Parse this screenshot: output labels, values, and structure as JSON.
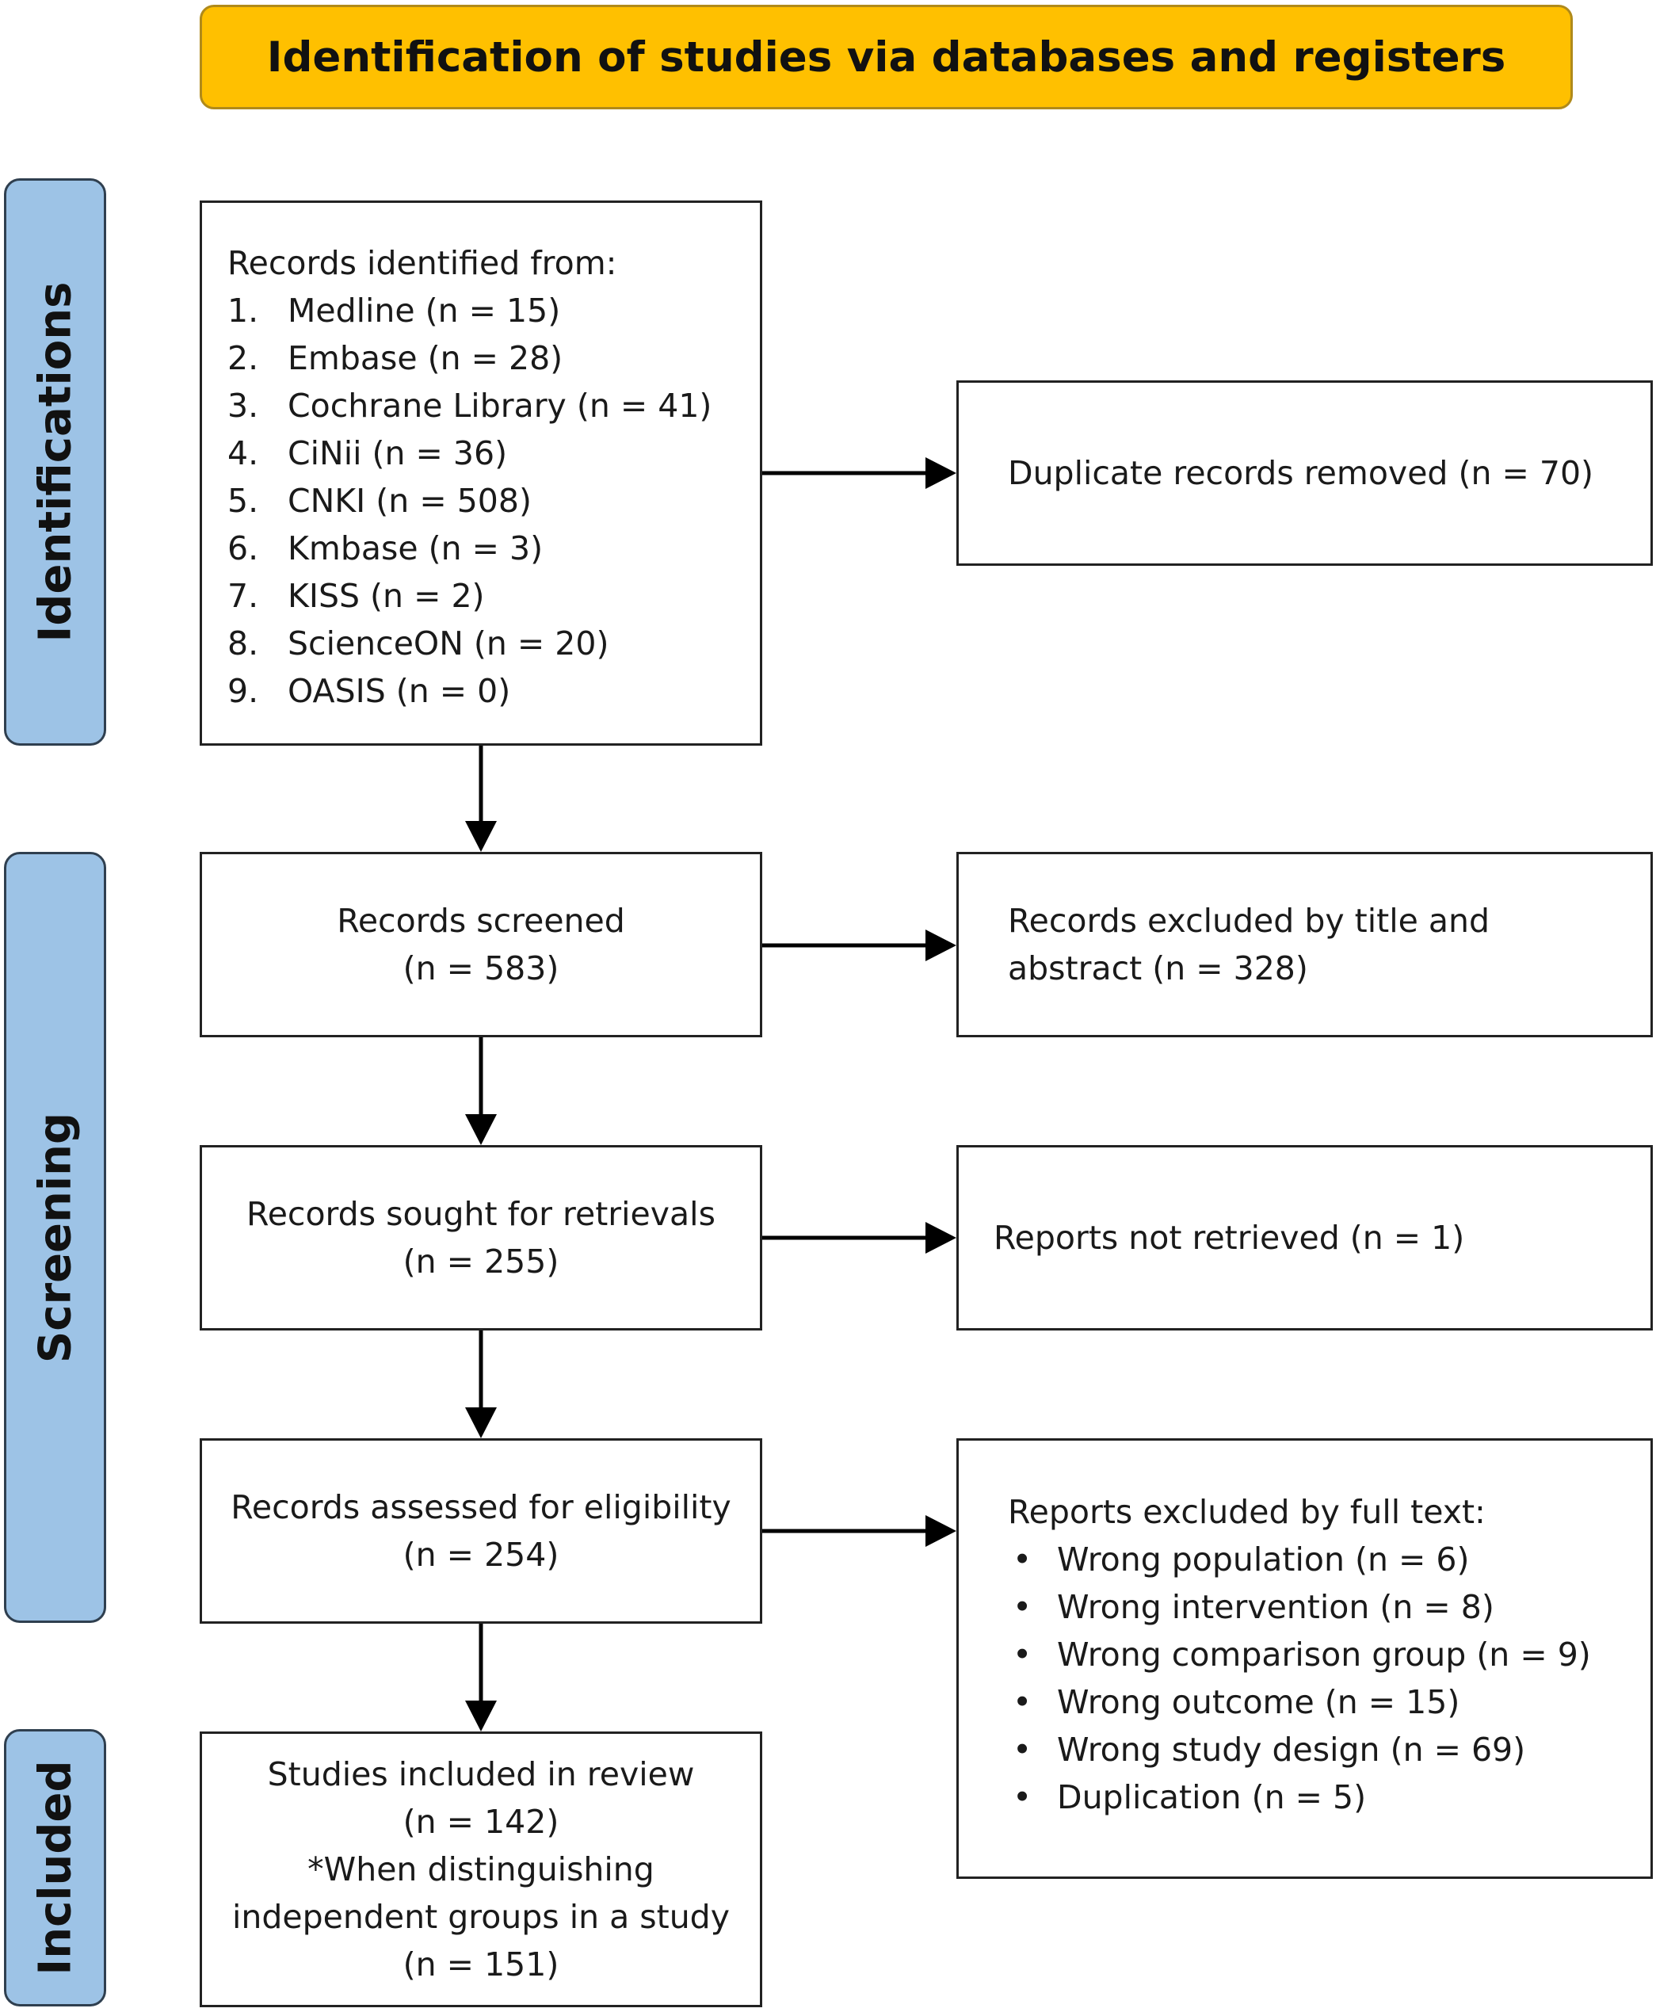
{
  "header": {
    "title": "Identification of studies via databases and registers"
  },
  "stages": {
    "identification": "Identifications",
    "screening": "Screening",
    "included": "Included"
  },
  "identification": {
    "records_heading": "Records identified from:",
    "sources": [
      {
        "num": "1.",
        "text": "Medline (n = 15)"
      },
      {
        "num": "2.",
        "text": "Embase (n = 28)"
      },
      {
        "num": "3.",
        "text": "Cochrane Library (n = 41)"
      },
      {
        "num": "4.",
        "text": "CiNii (n = 36)"
      },
      {
        "num": "5.",
        "text": "CNKI (n = 508)"
      },
      {
        "num": "6.",
        "text": "Kmbase (n = 3)"
      },
      {
        "num": "7.",
        "text": "KISS (n = 2)"
      },
      {
        "num": "8.",
        "text": "ScienceON (n = 20)"
      },
      {
        "num": "9.",
        "text": "OASIS (n = 0)"
      }
    ],
    "duplicates": "Duplicate records removed (n = 70)"
  },
  "screening": {
    "screened_label": "Records screened",
    "screened_n": "(n = 583)",
    "excluded_title_line1": "Records excluded by title and",
    "excluded_title_line2": "abstract (n = 328)",
    "sought_label": "Records sought for retrievals",
    "sought_n": "(n = 255)",
    "not_retrieved": "Reports not retrieved (n = 1)",
    "assessed_label": "Records assessed for eligibility",
    "assessed_n": "(n = 254)",
    "fulltext_heading": "Reports excluded by full text:",
    "fulltext_reasons": [
      {
        "bullet": "•",
        "text": "Wrong population (n = 6)"
      },
      {
        "bullet": "•",
        "text": "Wrong intervention (n = 8)"
      },
      {
        "bullet": "•",
        "text": "Wrong comparison group (n = 9)"
      },
      {
        "bullet": "•",
        "text": "Wrong outcome (n = 15)"
      },
      {
        "bullet": "•",
        "text": "Wrong study design (n = 69)"
      },
      {
        "bullet": "•",
        "text": "Duplication (n = 5)"
      }
    ]
  },
  "included": {
    "line1": "Studies included in review",
    "line2": "(n = 142)",
    "line3": "*When distinguishing",
    "line4": "independent groups in a study",
    "line5": "(n = 151)"
  },
  "colors": {
    "banner": "#FFC000",
    "stage": "#9DC3E6",
    "border": "#222222"
  }
}
